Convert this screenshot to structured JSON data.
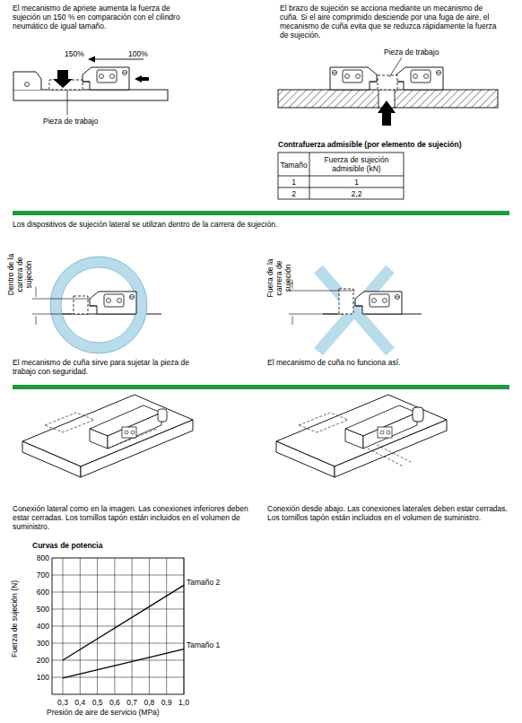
{
  "diagram": {
    "labels": [
      "El mecanismo de apriete aumenta la fuerza de sujeción un 150 % en comparación con el cilindro neumático de igual tamaño.",
      "150%",
      "100%",
      "Pieza de trabajo",
      "El brazo de sujeción se acciona mediante un mecanismo de cuña. Si el aire comprimido desciende por una fuga de aire, el mecanismo de cuña evita que se reduzca rápidamente la fuerza de sujeción.",
      "Pieza de trabajo",
      "Contrafuerza admisible (por elemento de sujeción)",
      "Tamaño",
      "Fuerza de sujeción admisible (kN)",
      "1",
      "1",
      "2",
      "2,2",
      "Los dispositivos de sujeción lateral se utilizan dentro de la carrera de sujeción.",
      "Dentro de la carrera de sujeción",
      "Fuera de la carrera de sujeción",
      "El mecanismo de cuña sirve para sujetar la pieza de trabajo con seguridad.",
      "El mecanismo de cuña no funciona así.",
      "Conexión lateral como en la imagen. Las conexiones inferiores deben estar cerradas. Los tornillos tapón están incluidos en el volumen de suministro.",
      "Conexión desde abajo. Las conexiones laterales deben estar cerradas. Los tornillos tapón están incluidos en el volumen de suministro.",
      "Curvas de potencia",
      "800",
      "700",
      "600",
      "500",
      "400",
      "300",
      "200",
      "100",
      "Fuerza de sujeción (N)",
      "0,3",
      "0,4",
      "0,5",
      "0,6",
      "0,7",
      "0,8",
      "0,9",
      "1,0",
      "Presión de aire de servicio (MPa)",
      "Tamaño 2",
      "Tamaño 1"
    ]
  }
}
